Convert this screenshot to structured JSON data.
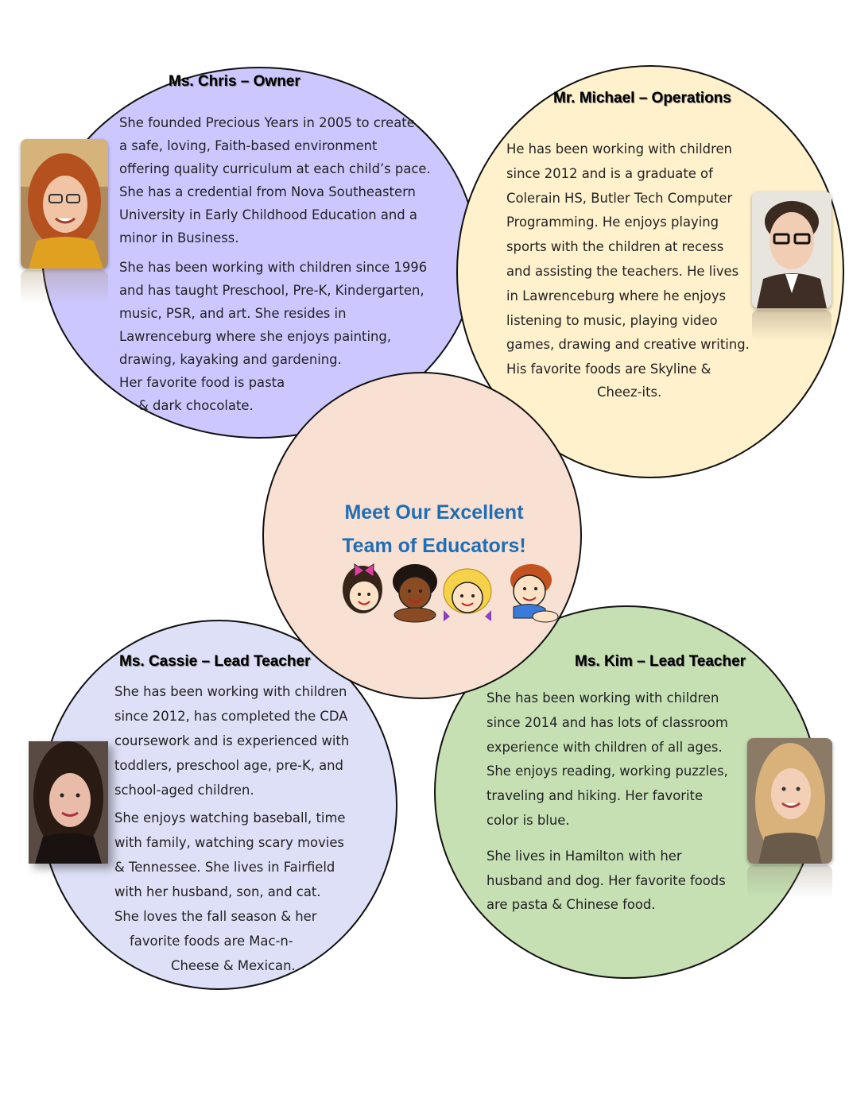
{
  "center": {
    "title_line1": "Meet Our Excellent",
    "title_line2": "Team of Educators!"
  },
  "chris": {
    "name": "Ms. Chris – Owner",
    "lines": [
      "She founded  Precious Years in 2005 to create",
      " a safe, loving, Faith-based environment",
      "offering quality curriculum  at each child’s pace.",
      "She has a credential from Nova Southeastern",
      "University in Early Childhood Education and a",
      "minor  in Business.",
      "She has been working  with children since 1996",
      "and has taught Preschool, Pre-K, Kindergarten,",
      "music, PSR, and art.  She resides in",
      "Lawrenceburg  where she enjoys painting,",
      "drawing, kayaking and gardening.",
      "Her favorite food is pasta",
      "& dark chocolate."
    ]
  },
  "michael": {
    "name": "Mr. Michael – Operations",
    "lines": [
      "He has been working  with children",
      "since 2012 and is a graduate of",
      "Colerain HS, Butler Tech Computer",
      "Programming.   He enjoys playing",
      "sports with the children at recess",
      "and assisting the teachers.  He lives",
      "in Lawrenceburg  where he enjoys",
      "listening to music, playing video",
      "games, drawing and creative writing.",
      "His favorite foods are Skyline  &",
      "Cheez-its."
    ]
  },
  "cassie": {
    "name": "Ms. Cassie – Lead Teacher",
    "lines": [
      "She has been working  with children",
      "since 2012, has completed the CDA",
      "coursework and is experienced with",
      "toddlers, preschool age, pre-K, and",
      "school-aged children.",
      "She enjoys watching baseball, time",
      "with family, watching scary movies",
      " & Tennessee.    She lives in Fairfield",
      "with her husband, son, and cat.",
      "She loves  the fall season & her",
      "favorite foods are Mac-n-",
      "Cheese & Mexican."
    ]
  },
  "kim": {
    "name": "Ms. Kim – Lead Teacher",
    "lines": [
      "She has been working  with children",
      "since 2014 and has lots of classroom",
      "experience with children of all ages.",
      "She enjoys reading, working  puzzles,",
      "traveling and hiking.  Her favorite",
      "color is blue.",
      "She lives in Hamilton with her",
      "husband and dog.  Her favorite foods",
      "are pasta & Chinese food."
    ]
  },
  "colors": {
    "chris_bg": "#ccc8ff",
    "michael_bg": "#fff1cc",
    "cassie_bg": "#dee0f7",
    "kim_bg": "#c6e0b4",
    "center_bg": "#f8e0d2",
    "title_blue": "#1e6eb5"
  }
}
